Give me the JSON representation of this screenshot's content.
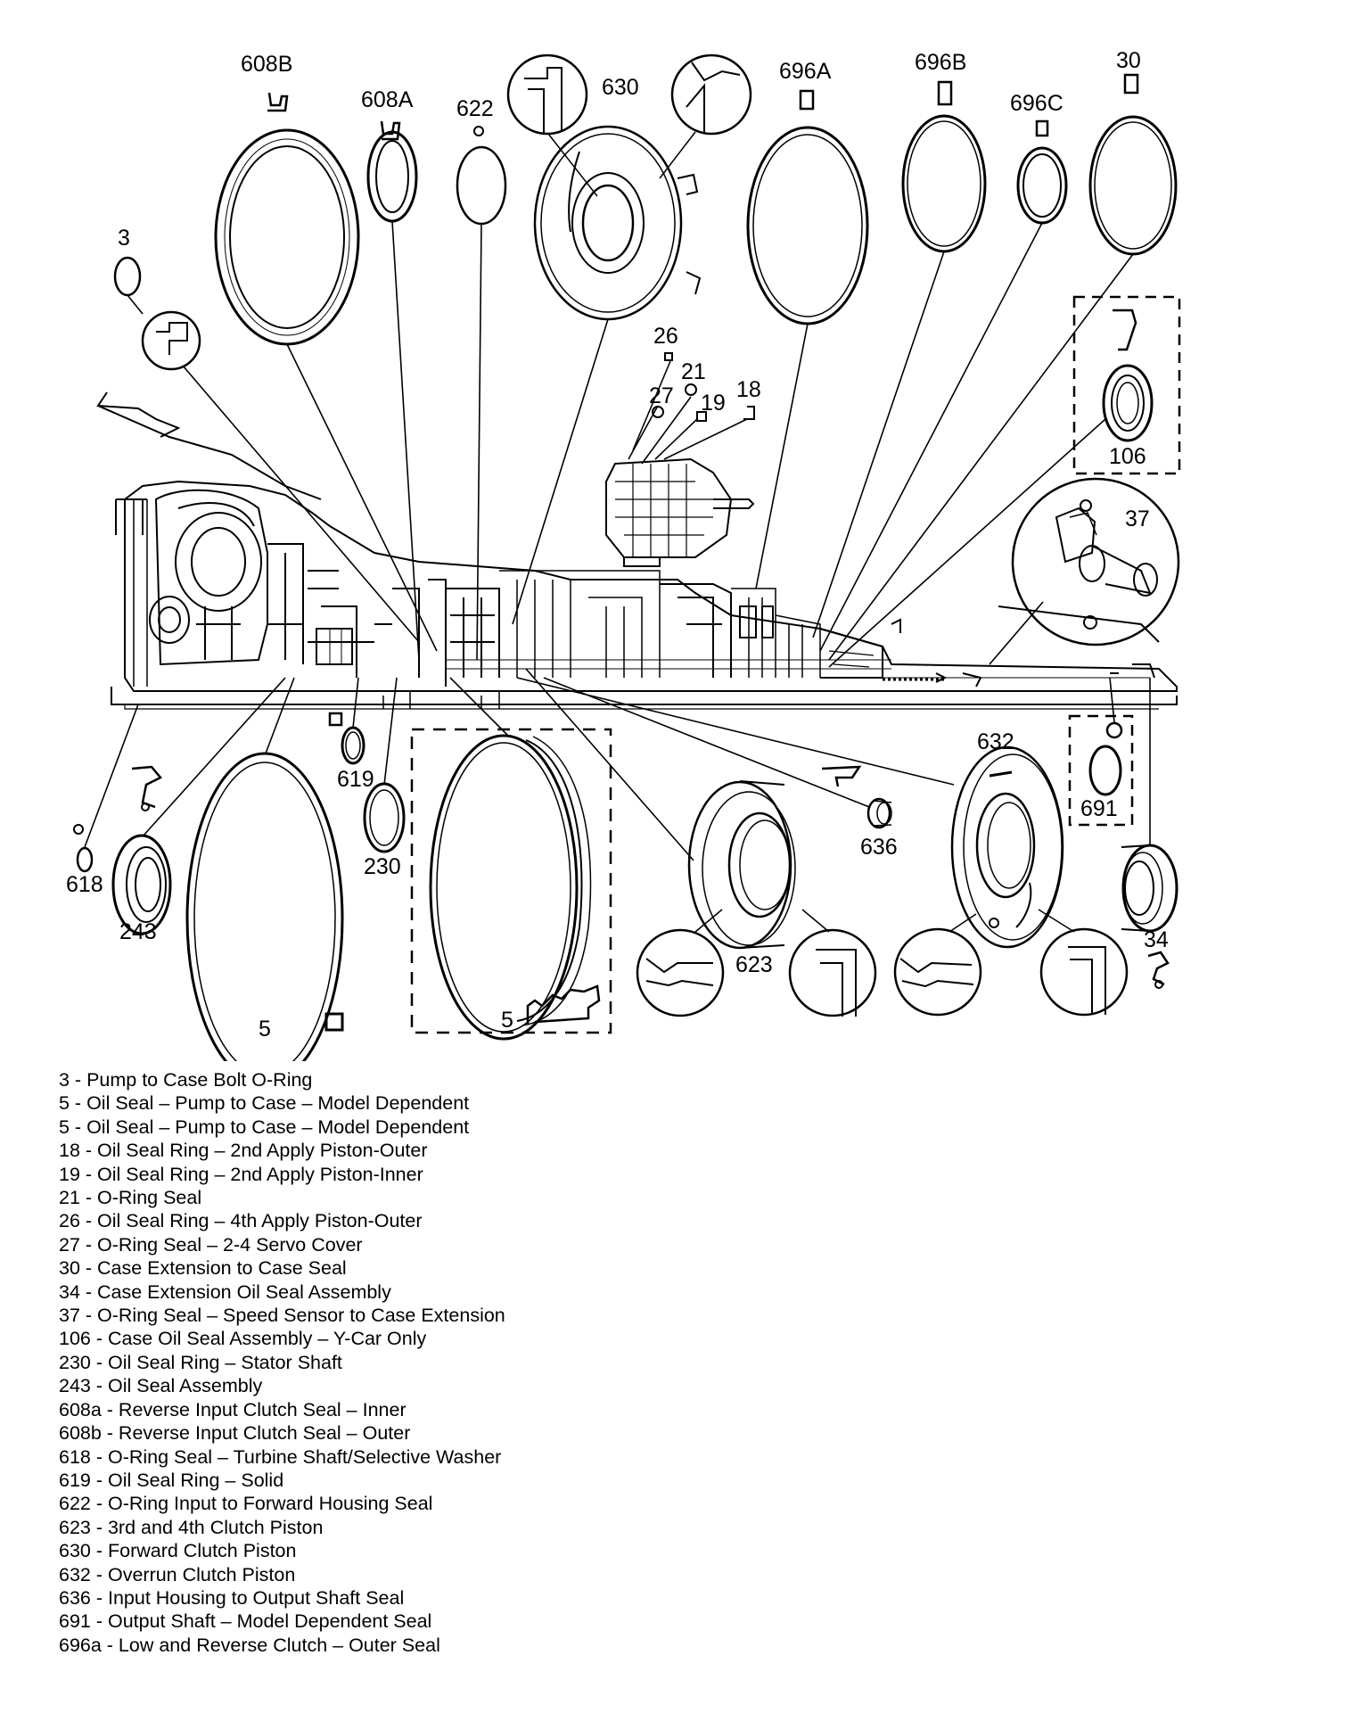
{
  "callouts": {
    "c3": "3",
    "c5a": "5",
    "c5b": "5",
    "c18": "18",
    "c19": "19",
    "c21": "21",
    "c26": "26",
    "c27": "27",
    "c30": "30",
    "c34": "34",
    "c37": "37",
    "c106": "106",
    "c230": "230",
    "c243": "243",
    "c608A": "608A",
    "c608B": "608B",
    "c618": "618",
    "c619": "619",
    "c622": "622",
    "c623": "623",
    "c630": "630",
    "c632": "632",
    "c636": "636",
    "c691": "691",
    "c696A": "696A",
    "c696B": "696B",
    "c696C": "696C"
  },
  "legend": [
    "3 - Pump to Case Bolt O-Ring",
    "5 - Oil Seal – Pump to Case – Model Dependent",
    "5 - Oil Seal – Pump to Case – Model Dependent",
    "18 - Oil Seal Ring – 2nd Apply Piston-Outer",
    "19 - Oil Seal Ring – 2nd Apply Piston-Inner",
    "21 - O-Ring Seal",
    "26 - Oil Seal Ring – 4th Apply Piston-Outer",
    "27 - O-Ring Seal – 2-4 Servo Cover",
    "30 - Case Extension to Case Seal",
    "34 - Case Extension Oil Seal Assembly",
    "37 - O-Ring Seal – Speed Sensor to Case Extension",
    "106 - Case Oil Seal Assembly – Y-Car Only",
    "230 - Oil Seal Ring – Stator Shaft",
    "243 - Oil Seal Assembly",
    "608a - Reverse Input Clutch Seal – Inner",
    "608b - Reverse Input Clutch Seal – Outer",
    "618 - O-Ring Seal – Turbine Shaft/Selective Washer",
    "619 - Oil Seal Ring – Solid",
    "622 - O-Ring Input to Forward Housing Seal",
    "623 - 3rd and 4th Clutch Piston",
    "630 - Forward Clutch Piston",
    "632 - Overrun Clutch Piston",
    "636 - Input Housing to Output Shaft Seal",
    "691 - Output Shaft – Model Dependent Seal",
    "696a - Low and Reverse Clutch – Outer Seal"
  ]
}
